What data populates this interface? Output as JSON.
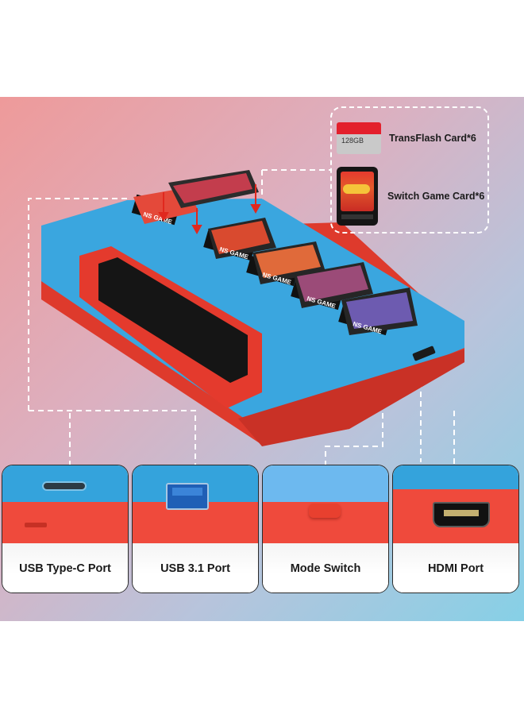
{
  "legend": {
    "tf_card_capacity": "128GB",
    "tf_card_label": "TransFlash Card*6",
    "game_card_label": "Switch Game Card*6"
  },
  "device": {
    "slot_label": "NS GAME",
    "colors": {
      "blue": "#34a3dc",
      "red": "#ef4a3c",
      "black": "#111111"
    }
  },
  "ports": [
    {
      "label": "USB Type-C Port",
      "icon": "usb-c-port-icon"
    },
    {
      "label": "USB 3.1 Port",
      "icon": "usb-a-port-icon"
    },
    {
      "label": "Mode Switch",
      "icon": "mode-switch-icon"
    },
    {
      "label": "HDMI Port",
      "icon": "hdmi-port-icon"
    }
  ]
}
